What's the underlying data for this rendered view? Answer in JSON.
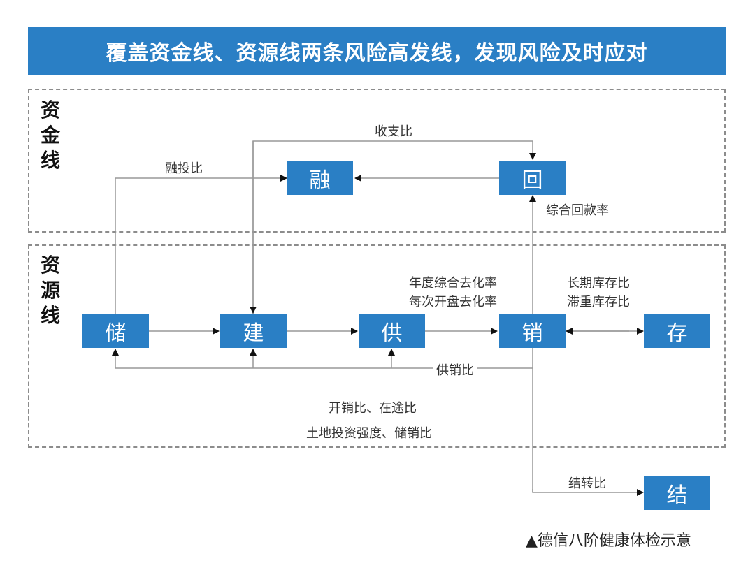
{
  "title": "覆盖资金线、资源线两条风险高发线，发现风险及时应对",
  "sections": {
    "capital_label": "资金线",
    "resource_label": "资源线"
  },
  "nodes": {
    "rong": "融",
    "hui": "回",
    "chu": "储",
    "jian": "建",
    "gong": "供",
    "xiao": "销",
    "cun": "存",
    "jie": "结"
  },
  "labels": {
    "shouzhi": "收支比",
    "rongtou": "融投比",
    "zonghe_huikuan": "综合回款率",
    "niandu_quhua": "年度综合去化率",
    "meici_quhua": "每次开盘去化率",
    "changqi_kucun": "长期库存比",
    "zhizhong_kucun": "滞重库存比",
    "gongxiao": "供销比",
    "kaixiao_zaitu": "开销比、在途比",
    "tudi_chuxiao": "土地投资强度、储销比",
    "jiezhuan": "结转比"
  },
  "footer": "▲德信八阶健康体检示意",
  "colors": {
    "accent": "#2a7fc5",
    "line": "#999999",
    "arrow": "#111111"
  }
}
